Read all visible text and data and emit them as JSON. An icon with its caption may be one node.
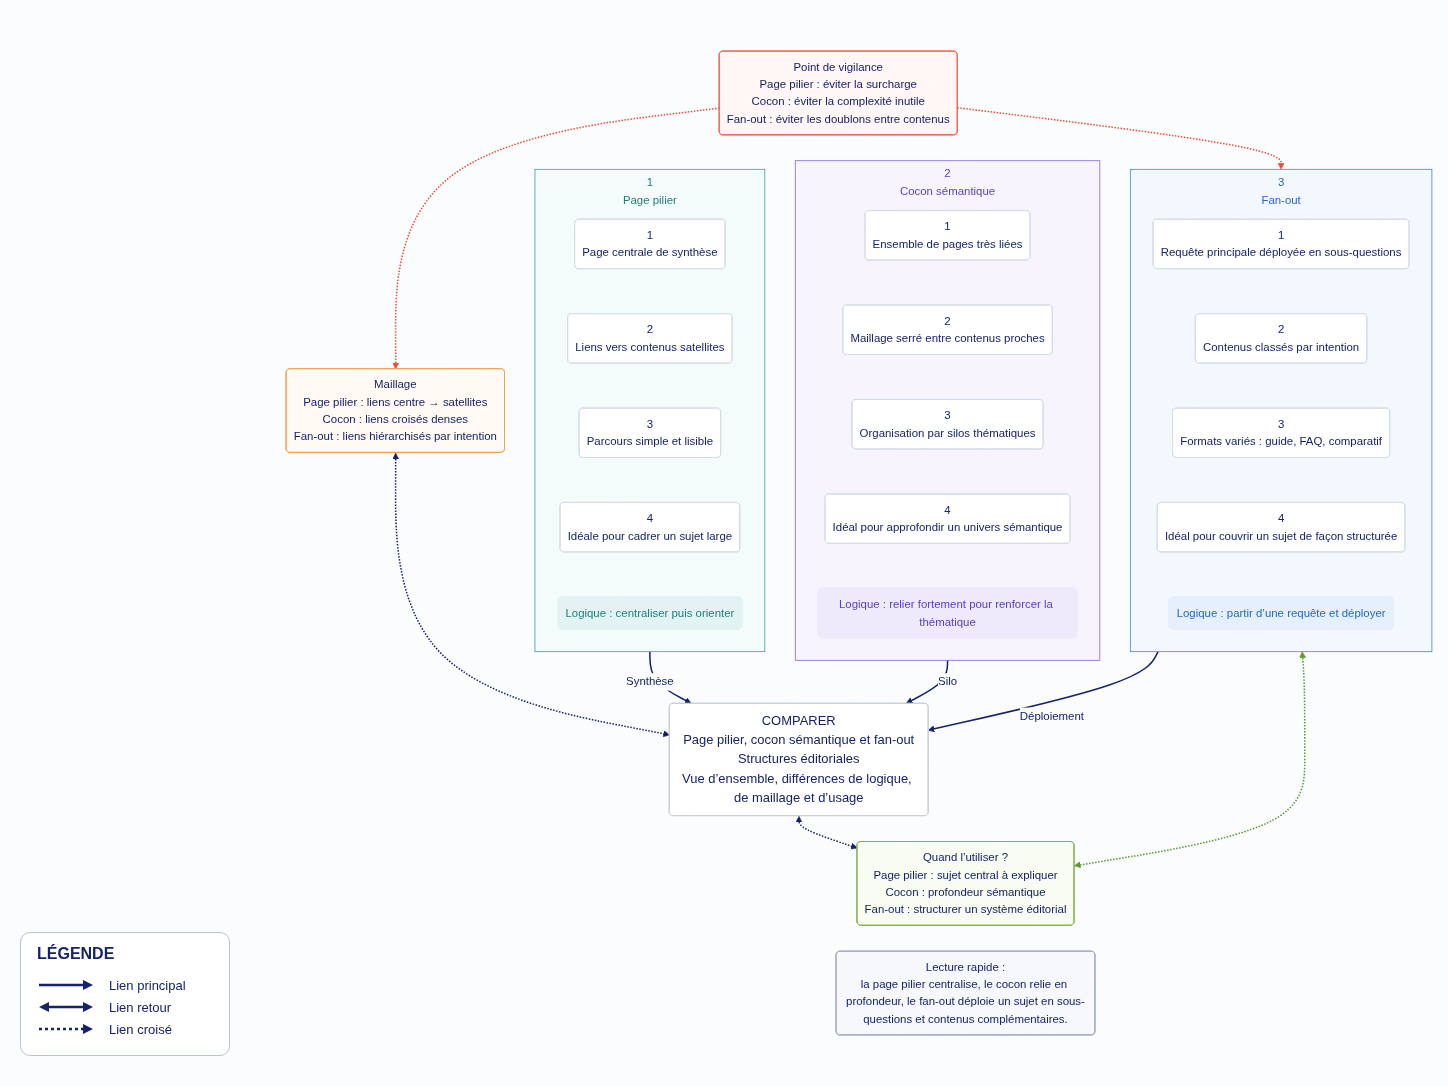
{
  "diagram": {
    "nodes": [
      {
        "text": [
          "1",
          "Page pilier"
        ]
      },
      {
        "text": [
          "1",
          "Page centrale de synthèse"
        ],
        "in": 0
      },
      {
        "text": [
          "2",
          "Liens vers contenus satellites"
        ],
        "in": 0
      },
      {
        "text": [
          "3",
          "Parcours simple et lisible"
        ],
        "in": 0
      },
      {
        "text": [
          "4",
          "Idéale pour cadrer un sujet large"
        ],
        "in": 0
      },
      {
        "text": [
          "Logique : centraliser puis orienter"
        ],
        "in": 0
      },
      {
        "text": [
          "2",
          "Cocon sémantique"
        ]
      },
      {
        "text": [
          "1",
          "Ensemble de pages très liées"
        ],
        "in": 6
      },
      {
        "text": [
          "2",
          "Maillage serré entre contenus proches"
        ],
        "in": 6
      },
      {
        "text": [
          "3",
          "Organisation par silos thématiques"
        ],
        "in": 6
      },
      {
        "text": [
          "4",
          "Idéal pour approfondir un univers sémantique"
        ],
        "in": 6
      },
      {
        "text": [
          "Logique : relier fortement pour renforcer la thématique"
        ],
        "in": 6
      },
      {
        "text": [
          "COMPARER",
          "Page pilier, cocon sémantique et fan-out",
          "Structures éditoriales",
          "Vue d’ensemble, différences de logique, de maillage et d’usage"
        ]
      },
      {
        "text": [
          "Maillage",
          "Page pilier : liens centre → satellites",
          "Cocon : liens croisés denses",
          "Fan-out : liens hiérarchisés par intention"
        ]
      },
      {
        "text": [
          "Quand l’utiliser ?",
          "Page pilier : sujet central à expliquer",
          "Cocon : profondeur sémantique",
          "Fan-out : structurer un système éditorial"
        ]
      },
      {
        "text": [
          "Point de vigilance",
          "Page pilier : éviter la surcharge",
          "Cocon : éviter la complexité inutile",
          "Fan-out : éviter les doublons entre contenus"
        ]
      },
      {
        "text": [
          "3",
          "Fan-out"
        ]
      },
      {
        "text": [
          "1",
          "Requête principale déployée en sous-questions"
        ],
        "in": 16
      },
      {
        "text": [
          "2",
          "Contenus classés par intention"
        ],
        "in": 16
      },
      {
        "text": [
          "3",
          "Formats variés : guide, FAQ, comparatif"
        ],
        "in": 16
      },
      {
        "text": [
          "4",
          "Idéal pour couvrir un sujet de façon structurée"
        ],
        "in": 16
      },
      {
        "text": [
          "Logique : partir d’une requête et déployer"
        ],
        "in": 16
      },
      {
        "text": [
          "Lecture rapide :",
          "la page pilier centralise, le cocon relie en profondeur, le fan-out déploie un sujet en sous-questions et contenus complémentaires."
        ]
      }
    ],
    "edges": [
      {
        "from": 0,
        "to": 12,
        "arrow": "to",
        "label": "Synthèse"
      },
      {
        "from": 6,
        "to": 12,
        "arrow": "to",
        "label": "Silo"
      },
      {
        "from": 13,
        "to": 12,
        "arrow": "both",
        "style": "dashed"
      },
      {
        "from": 12,
        "to": 14,
        "arrow": "both",
        "style": "dashed"
      },
      {
        "from": 16,
        "to": 12,
        "arrow": "to",
        "label": "Déploiement"
      },
      {
        "from": 15,
        "to": 13,
        "arrow": "to",
        "style": "dashed",
        "color": "#e8503a"
      },
      {
        "from": 15,
        "to": 16,
        "arrow": "to",
        "style": "dashed",
        "color": "#e8503a"
      },
      {
        "from": 14,
        "to": 16,
        "arrow": "both",
        "style": "dashed",
        "color": "#5a9a2e"
      }
    ],
    "labels": [
      "LÉGENDE"
    ],
    "legend": [
      {
        "text": "Lien principal"
      },
      {
        "text": "Lien retour"
      },
      {
        "text": "Lien croisé"
      }
    ]
  }
}
